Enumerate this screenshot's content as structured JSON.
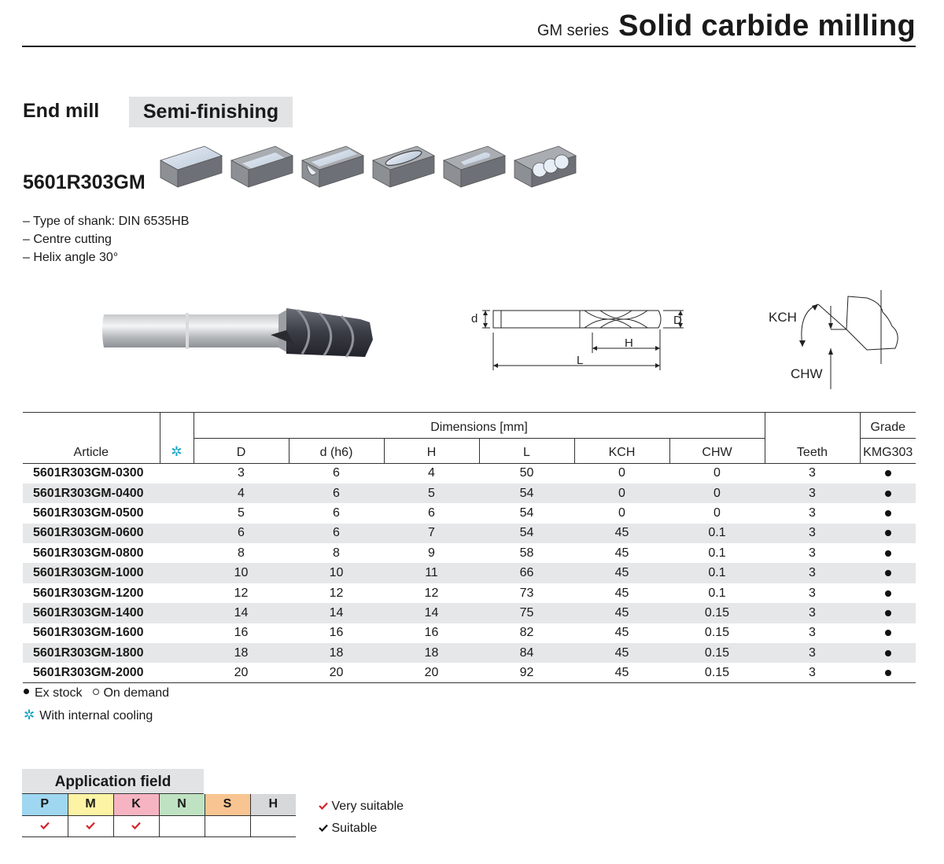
{
  "header": {
    "series": "GM series",
    "title": "Solid carbide milling"
  },
  "product": {
    "type": "End mill",
    "finishing": "Semi-finishing",
    "code": "5601R303GM",
    "features": [
      "– Type of shank: DIN 6535HB",
      "– Centre cutting",
      "– Helix angle 30°"
    ]
  },
  "drawing_labels": {
    "d": "d",
    "D": "D",
    "H": "H",
    "L": "L",
    "kch": "KCH",
    "chw": "CHW"
  },
  "table": {
    "dimensions_label": "Dimensions [mm]",
    "grade_label": "Grade",
    "columns": {
      "article": "Article",
      "cooling": "✲",
      "D": "D",
      "d": "d (h6)",
      "H": "H",
      "L": "L",
      "KCH": "KCH",
      "CHW": "CHW",
      "teeth": "Teeth",
      "grade": "KMG303"
    },
    "rows": [
      {
        "article": "5601R303GM-0300",
        "D": "3",
        "d": "6",
        "H": "4",
        "L": "50",
        "KCH": "0",
        "CHW": "0",
        "teeth": "3",
        "stock": "ex_stock"
      },
      {
        "article": "5601R303GM-0400",
        "D": "4",
        "d": "6",
        "H": "5",
        "L": "54",
        "KCH": "0",
        "CHW": "0",
        "teeth": "3",
        "stock": "ex_stock"
      },
      {
        "article": "5601R303GM-0500",
        "D": "5",
        "d": "6",
        "H": "6",
        "L": "54",
        "KCH": "0",
        "CHW": "0",
        "teeth": "3",
        "stock": "ex_stock"
      },
      {
        "article": "5601R303GM-0600",
        "D": "6",
        "d": "6",
        "H": "7",
        "L": "54",
        "KCH": "45",
        "CHW": "0.1",
        "teeth": "3",
        "stock": "ex_stock"
      },
      {
        "article": "5601R303GM-0800",
        "D": "8",
        "d": "8",
        "H": "9",
        "L": "58",
        "KCH": "45",
        "CHW": "0.1",
        "teeth": "3",
        "stock": "ex_stock"
      },
      {
        "article": "5601R303GM-1000",
        "D": "10",
        "d": "10",
        "H": "11",
        "L": "66",
        "KCH": "45",
        "CHW": "0.1",
        "teeth": "3",
        "stock": "ex_stock"
      },
      {
        "article": "5601R303GM-1200",
        "D": "12",
        "d": "12",
        "H": "12",
        "L": "73",
        "KCH": "45",
        "CHW": "0.1",
        "teeth": "3",
        "stock": "ex_stock"
      },
      {
        "article": "5601R303GM-1400",
        "D": "14",
        "d": "14",
        "H": "14",
        "L": "75",
        "KCH": "45",
        "CHW": "0.15",
        "teeth": "3",
        "stock": "ex_stock"
      },
      {
        "article": "5601R303GM-1600",
        "D": "16",
        "d": "16",
        "H": "16",
        "L": "82",
        "KCH": "45",
        "CHW": "0.15",
        "teeth": "3",
        "stock": "ex_stock"
      },
      {
        "article": "5601R303GM-1800",
        "D": "18",
        "d": "18",
        "H": "18",
        "L": "84",
        "KCH": "45",
        "CHW": "0.15",
        "teeth": "3",
        "stock": "ex_stock"
      },
      {
        "article": "5601R303GM-2000",
        "D": "20",
        "d": "20",
        "H": "20",
        "L": "92",
        "KCH": "45",
        "CHW": "0.15",
        "teeth": "3",
        "stock": "ex_stock"
      }
    ]
  },
  "legend": {
    "ex_stock": "Ex stock",
    "on_demand": "On demand",
    "cooling": "With internal cooling"
  },
  "application": {
    "title": "Application field",
    "materials": [
      {
        "label": "P",
        "color": "#9fd7f0",
        "suitability": "very"
      },
      {
        "label": "M",
        "color": "#fcf3a4",
        "suitability": "very"
      },
      {
        "label": "K",
        "color": "#f6b4c2",
        "suitability": "very"
      },
      {
        "label": "N",
        "color": "#bfe3c2",
        "suitability": ""
      },
      {
        "label": "S",
        "color": "#f8c592",
        "suitability": ""
      },
      {
        "label": "H",
        "color": "#d7d8da",
        "suitability": ""
      }
    ],
    "very_suitable": "Very suitable",
    "suitable": "Suitable"
  },
  "colors": {
    "accent_check": "#d2232a",
    "cooling_icon": "#13a3c4",
    "row_shade": "#e6e7e8"
  }
}
